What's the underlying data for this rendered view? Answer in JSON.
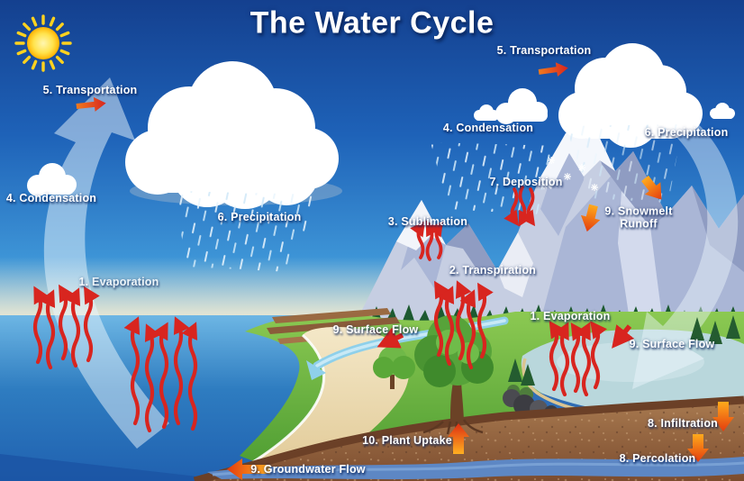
{
  "title": "The Water Cycle",
  "labels": {
    "transportation_left": "5. Transportation",
    "condensation_left": "4. Condensation",
    "precipitation_left": "6. Precipitation",
    "evaporation_ocean": "1. Evaporation",
    "transportation_right": "5. Transportation",
    "condensation_right": "4. Condensation",
    "precipitation_right": "6. Precipitation",
    "deposition": "7. Deposition",
    "sublimation": "3. Sublimation",
    "snowmelt_runoff": "9. Snowmelt\nRunoff",
    "transpiration": "2. Transpiration",
    "evaporation_lake": "1. Evaporation",
    "surface_flow_left": "9. Surface Flow",
    "surface_flow_right": "9. Surface Flow",
    "infiltration": "8. Infiltration",
    "plant_uptake": "10. Plant Uptake",
    "percolation": "8. Percolation",
    "groundwater_flow": "9. Groundwater Flow"
  },
  "palette": {
    "sky_top": "#14408f",
    "sky_mid": "#2e8ed6",
    "horizon_cream": "#f0ead2",
    "ocean_deep": "#1f5fae",
    "grass_green": "#5aa838",
    "sand": "#ead9ae",
    "soil_brown": "#8a5a38",
    "groundwater_blue": "#5d87c4",
    "mountain_slate": "#c6cee2",
    "red_arrow": "#d8251f",
    "orange_arrow_tip": "#e43c0e",
    "orange_arrow_tail": "#ffb020",
    "label_text": "#ffffff"
  }
}
